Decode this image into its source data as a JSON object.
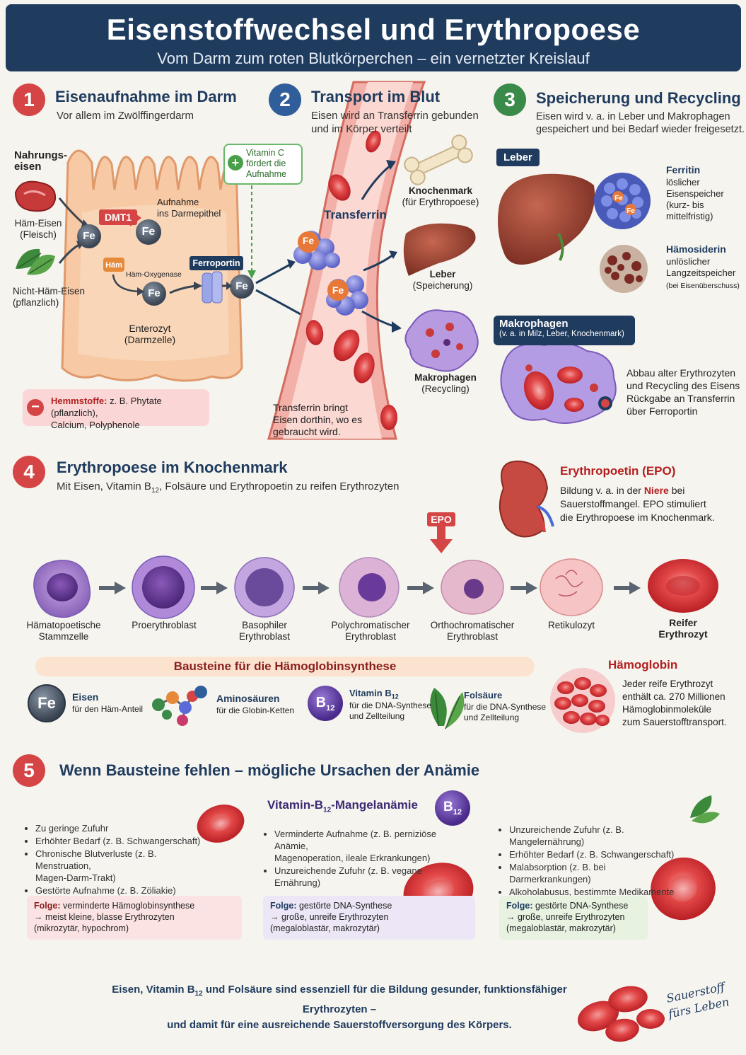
{
  "header": {
    "title": "Eisenstoffwechsel und Erythropoese",
    "subtitle": "Vom Darm zum roten Blutkörperchen – ein vernetzter Kreislauf"
  },
  "s1": {
    "num": "1",
    "title": "Eisenaufnahme im Darm",
    "sub": "Vor allem im Zwölffingerdarm",
    "nahrung": "Nahrungs-\neisen",
    "haem_eisen": "Häm-Eisen\n(Fleisch)",
    "nicht_haem": "Nicht-Häm-Eisen\n(pflanzlich)",
    "dmt1": "DMT1",
    "fe": "Fe",
    "aufnahme": "Aufnahme\nins Darmepithel",
    "haem": "Häm",
    "haem_oxy": "Häm-Oxygenase",
    "ferroportin": "Ferroportin",
    "vitc": "Vitamin C\nfördert die\nAufnahme",
    "entero": "Enterozyt\n(Darmzelle)",
    "hemm_b": "Hemmstoffe:",
    "hemm": " z. B. Phytate (pflanzlich),\nCalcium, Polyphenole"
  },
  "s2": {
    "num": "2",
    "title": "Transport im Blut",
    "sub": "Eisen wird an Transferrin gebunden\nund im Körper verteilt",
    "transferrin": "Transferrin",
    "km_b": "Knochenmark",
    "km": "(für Erythropoese)",
    "leber_b": "Leber",
    "leber": "(Speicherung)",
    "makro_b": "Makrophagen",
    "makro": "(Recycling)",
    "note": "Transferrin bringt\nEisen dorthin, wo es\ngebraucht wird."
  },
  "s3": {
    "num": "3",
    "title": "Speicherung und Recycling",
    "sub": "Eisen wird v. a. in Leber und Makrophagen\ngespeichert und bei Bedarf wieder freigesetzt.",
    "leber": "Leber",
    "ferritin_t": "Ferritin",
    "ferritin": "löslicher\nEisenspeicher\n(kurz- bis\nmittelfristig)",
    "haemosiderin_t": "Hämosiderin",
    "haemosiderin": "unlöslicher\nLangzeitspeicher",
    "haemosiderin_s": "(bei Eisenüberschuss)",
    "makro_t": "Makrophagen",
    "makro_s": "(v. a. in Milz, Leber, Knochenmark)",
    "makro_text": "Abbau alter Erythrozyten\nund Recycling des Eisens\nRückgabe an Transferrin\nüber Ferroportin"
  },
  "s4": {
    "num": "4",
    "title": "Erythropoese im Knochenmark",
    "sub_a": "Mit Eisen, Vitamin B",
    "sub_sub": "12",
    "sub_b": ", Folsäure und Erythropoetin zu reifen Erythrozyten",
    "epo_t": "Erythropoetin (EPO)",
    "epo_a": "Bildung v. a. in der ",
    "epo_b": "Niere",
    "epo_c": " bei\nSauerstoffmangel. EPO stimuliert\ndie Erythropoese im Knochenmark.",
    "epo_tag": "EPO",
    "stages": [
      "Hämatopoetische\nStammzelle",
      "Proerythroblast",
      "Basophiler\nErythroblast",
      "Polychromatischer\nErythroblast",
      "Orthochromatischer\nErythroblast",
      "Retikulozyt",
      "Reifer\nErythrozyt"
    ],
    "bau_title": "Bausteine für die Hämoglobinsynthese",
    "fe": "Fe",
    "eisen_t": "Eisen",
    "eisen": "für den Häm-Anteil",
    "amino_t": "Aminosäuren",
    "amino": "für die Globin-Ketten",
    "b12_icon_a": "B",
    "b12_icon_b": "12",
    "b12_t": "Vitamin B",
    "b12_ts": "12",
    "b12": "für die DNA-Synthese\nund Zellteilung",
    "fol_t": "Folsäure",
    "fol": "für die DNA-Synthese\nund Zellteilung",
    "hb_t": "Hämoglobin",
    "hb": "Jeder reife Erythrozyt\nenthält ca. 270 Millionen\nHämoglobinmoleküle\nzum Sauerstofftransport."
  },
  "s5": {
    "num": "5",
    "title": "Wenn Bausteine fehlen – mögliche Ursachen der Anämie",
    "c1": {
      "title": "Eisenmangelanämie",
      "items": [
        "Zu geringe Zufuhr",
        "Erhöhter Bedarf (z. B. Schwangerschaft)",
        "Chronische Blutverluste (z. B. Menstruation,\nMagen-Darm-Trakt)",
        "Gestörte Aufnahme (z. B. Zöliakie)"
      ],
      "folge_b": "Folge:",
      "folge": " verminderte Hämoglobinsynthese",
      "folge2": "→ meist kleine, blasse Erythrozyten\n(mikrozytär, hypochrom)"
    },
    "c2": {
      "title_a": "Vitamin-B",
      "title_s": "12",
      "title_b": "-Mangelanämie",
      "icon_a": "B",
      "icon_b": "12",
      "items": [
        "Verminderte Aufnahme (z. B. perniziöse Anämie,\nMagenoperation, ileale Erkrankungen)",
        "Unzureichende Zufuhr (z. B. vegane Ernährung)"
      ],
      "folge_b": "Folge:",
      "folge": " gestörte DNA-Synthese",
      "folge2": "→ große, unreife Erythrozyten\n(megaloblastär, makrozytär)"
    },
    "c3": {
      "title": "Folsäuremangelanämie",
      "items": [
        "Unzureichende Zufuhr (z. B. Mangelernährung)",
        "Erhöhter Bedarf (z. B. Schwangerschaft)",
        "Malabsorption (z. B. bei Darmerkrankungen)",
        "Alkoholabusus, bestimmte Medikamente\n(z. B. Antifolate)"
      ],
      "folge_b": "Folge:",
      "folge": " gestörte DNA-Synthese",
      "folge2": "→ große, unreife Erythrozyten\n(megaloblastär, makrozytär)"
    }
  },
  "footer": {
    "a": "Eisen, Vitamin B",
    "s": "12",
    "b": " und Folsäure sind essenziell für die Bildung gesunder, funktionsfähiger Erythrozyten –",
    "c": "und damit für eine ausreichende Sauerstoffversorgung des Körpers.",
    "hand": "Sauerstoff\nfürs Leben"
  },
  "colors": {
    "navy": "#1f3b5e",
    "red": "#d64545",
    "blue": "#2f5e9a",
    "green": "#3a8a4a"
  }
}
